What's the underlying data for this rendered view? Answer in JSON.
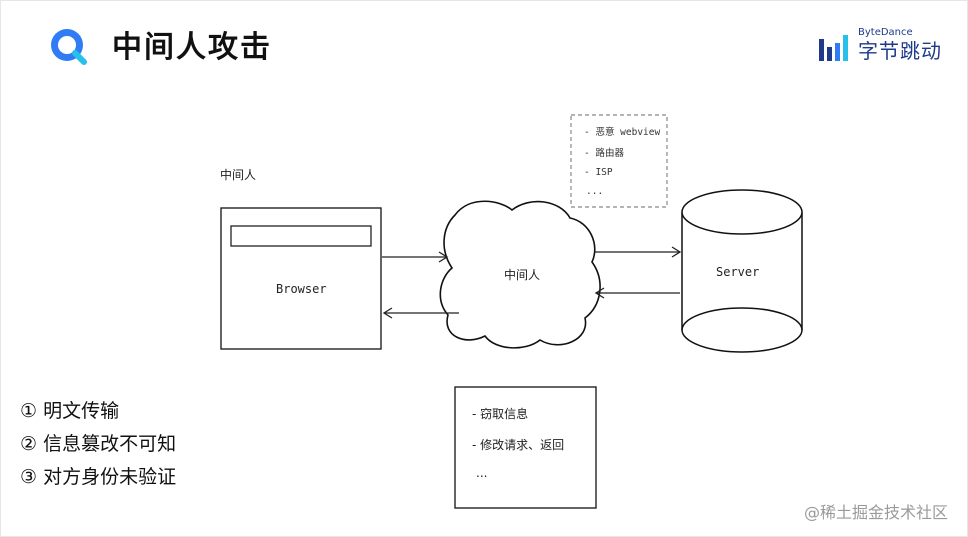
{
  "header": {
    "title": "中间人攻击",
    "brand_en": "ByteDance",
    "brand_cn": "字节跳动",
    "accent_color": "#2f7cf6",
    "brand_color": "#1f3a8a"
  },
  "diagram": {
    "mitm_top_label": "中间人",
    "browser_label": "Browser",
    "cloud_label": "中间人",
    "server_label": "Server",
    "note_items": [
      "- 恶意 webview",
      "- 路由器",
      "- ISP",
      "..."
    ],
    "box_items": [
      "- 窃取信息",
      "- 修改请求、返回",
      "..."
    ]
  },
  "summary": {
    "items": [
      "① 明文传输",
      "② 信息篡改不可知",
      "③ 对方身份未验证"
    ]
  },
  "watermark": "@稀土掘金技术社区"
}
